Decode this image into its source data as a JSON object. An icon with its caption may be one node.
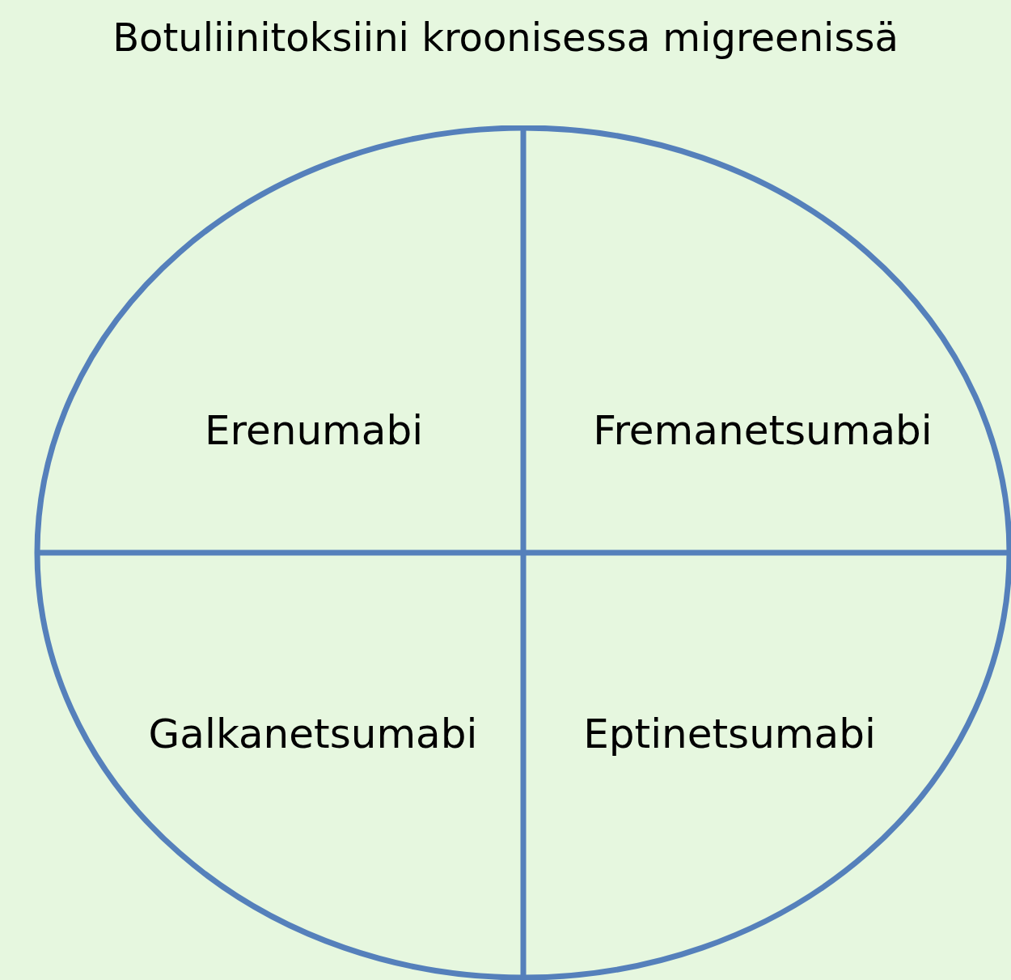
{
  "diagram": {
    "title": "Botuliinitoksiini kroonisessa migreenissä",
    "nodes": [
      {
        "text": [],
        "shape": "ellipse"
      },
      {
        "text": [
          "Erenumabi"
        ],
        "in": 0
      },
      {
        "text": [
          "Fremanetsumabi"
        ],
        "in": 0
      },
      {
        "text": [
          "Galkanetsumabi"
        ],
        "in": 0
      },
      {
        "text": [
          "Eptinetsumabi"
        ],
        "in": 0
      }
    ]
  }
}
